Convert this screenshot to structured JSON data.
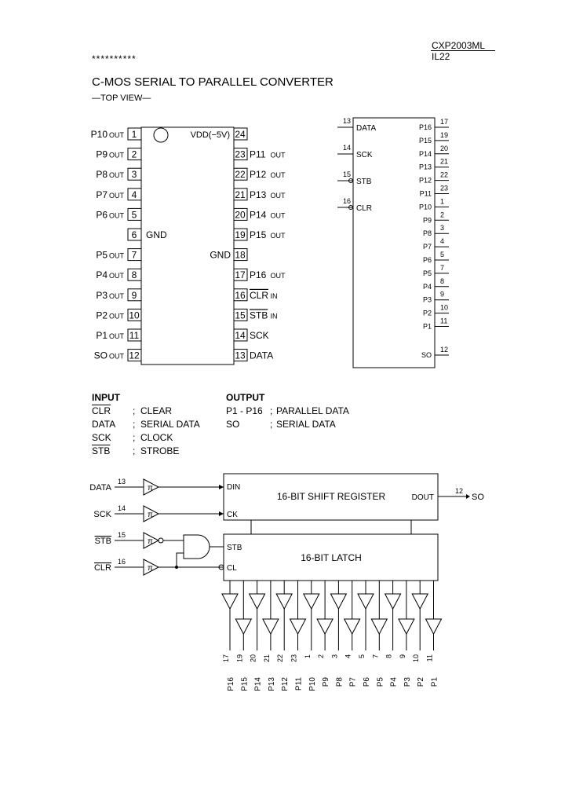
{
  "header": {
    "part_number": "CXP2003ML",
    "code": "IL22",
    "stars": "**********",
    "title": "C-MOS SERIAL TO PARALLEL CONVERTER",
    "subtitle": "—TOP VIEW—"
  },
  "pinout": {
    "left": [
      {
        "num": "1",
        "label": "P10",
        "suffix": "OUT"
      },
      {
        "num": "2",
        "label": "P9",
        "suffix": "OUT"
      },
      {
        "num": "3",
        "label": "P8",
        "suffix": "OUT"
      },
      {
        "num": "4",
        "label": "P7",
        "suffix": "OUT"
      },
      {
        "num": "5",
        "label": "P6",
        "suffix": "OUT"
      },
      {
        "num": "6",
        "label": "GND",
        "suffix": ""
      },
      {
        "num": "7",
        "label": "P5",
        "suffix": "OUT"
      },
      {
        "num": "8",
        "label": "P4",
        "suffix": "OUT"
      },
      {
        "num": "9",
        "label": "P3",
        "suffix": "OUT"
      },
      {
        "num": "10",
        "label": "P2",
        "suffix": "OUT"
      },
      {
        "num": "11",
        "label": "P1",
        "suffix": "OUT"
      },
      {
        "num": "12",
        "label": "SO",
        "suffix": "OUT"
      }
    ],
    "right": [
      {
        "num": "24",
        "label": "VDD(−5V)",
        "suffix": ""
      },
      {
        "num": "23",
        "label": "P11",
        "suffix": "OUT"
      },
      {
        "num": "22",
        "label": "P12",
        "suffix": "OUT"
      },
      {
        "num": "21",
        "label": "P13",
        "suffix": "OUT"
      },
      {
        "num": "20",
        "label": "P14",
        "suffix": "OUT"
      },
      {
        "num": "19",
        "label": "P15",
        "suffix": "OUT"
      },
      {
        "num": "18",
        "label": "GND",
        "suffix": ""
      },
      {
        "num": "17",
        "label": "P16",
        "suffix": "OUT"
      },
      {
        "num": "16",
        "label": "CLR",
        "suffix": "IN"
      },
      {
        "num": "15",
        "label": "STB",
        "suffix": "IN"
      },
      {
        "num": "14",
        "label": "SCK",
        "suffix": ""
      },
      {
        "num": "13",
        "label": "DATA",
        "suffix": ""
      }
    ]
  },
  "logic_symbol": {
    "inputs": [
      {
        "num": "13",
        "label": "DATA"
      },
      {
        "num": "14",
        "label": "SCK"
      },
      {
        "num": "15",
        "label": "STB"
      },
      {
        "num": "16",
        "label": "CLR"
      }
    ],
    "outputs": [
      {
        "num": "17",
        "label": "P16"
      },
      {
        "num": "19",
        "label": "P15"
      },
      {
        "num": "20",
        "label": "P14"
      },
      {
        "num": "21",
        "label": "P13"
      },
      {
        "num": "22",
        "label": "P12"
      },
      {
        "num": "23",
        "label": "P11"
      },
      {
        "num": "1",
        "label": "P10"
      },
      {
        "num": "2",
        "label": "P9"
      },
      {
        "num": "3",
        "label": "P8"
      },
      {
        "num": "4",
        "label": "P7"
      },
      {
        "num": "5",
        "label": "P6"
      },
      {
        "num": "7",
        "label": "P5"
      },
      {
        "num": "8",
        "label": "P4"
      },
      {
        "num": "9",
        "label": "P3"
      },
      {
        "num": "10",
        "label": "P2"
      },
      {
        "num": "11",
        "label": "P1"
      },
      {
        "num": "12",
        "label": "SO"
      }
    ]
  },
  "legend": {
    "input_title": "INPUT",
    "output_title": "OUTPUT",
    "inputs": [
      {
        "sym": "CLR",
        "desc": "CLEAR"
      },
      {
        "sym": "DATA",
        "desc": "SERIAL DATA"
      },
      {
        "sym": "SCK",
        "desc": "CLOCK"
      },
      {
        "sym": "STB",
        "desc": "STROBE"
      }
    ],
    "outputs": [
      {
        "sym": "P1 - P16",
        "desc": "PARALLEL DATA"
      },
      {
        "sym": "SO",
        "desc": "SERIAL DATA"
      }
    ],
    "sep": ";"
  },
  "block": {
    "shift_register": "16-BIT SHIFT REGISTER",
    "latch": "16-BIT LATCH",
    "din": "DIN",
    "ck": "CK",
    "dout": "DOUT",
    "stb": "STB",
    "cl": "CL",
    "so_num": "12",
    "so_label": "SO",
    "inputs": [
      {
        "num": "13",
        "label": "DATA"
      },
      {
        "num": "14",
        "label": "SCK"
      },
      {
        "num": "15",
        "label": "STB"
      },
      {
        "num": "16",
        "label": "CLR"
      }
    ],
    "outputs": [
      {
        "num": "17",
        "label": "P16"
      },
      {
        "num": "19",
        "label": "P15"
      },
      {
        "num": "20",
        "label": "P14"
      },
      {
        "num": "21",
        "label": "P13"
      },
      {
        "num": "22",
        "label": "P12"
      },
      {
        "num": "23",
        "label": "P11"
      },
      {
        "num": "1",
        "label": "P10"
      },
      {
        "num": "2",
        "label": "P9"
      },
      {
        "num": "3",
        "label": "P8"
      },
      {
        "num": "4",
        "label": "P7"
      },
      {
        "num": "5",
        "label": "P6"
      },
      {
        "num": "7",
        "label": "P5"
      },
      {
        "num": "8",
        "label": "P4"
      },
      {
        "num": "9",
        "label": "P3"
      },
      {
        "num": "10",
        "label": "P2"
      },
      {
        "num": "11",
        "label": "P1"
      }
    ]
  }
}
